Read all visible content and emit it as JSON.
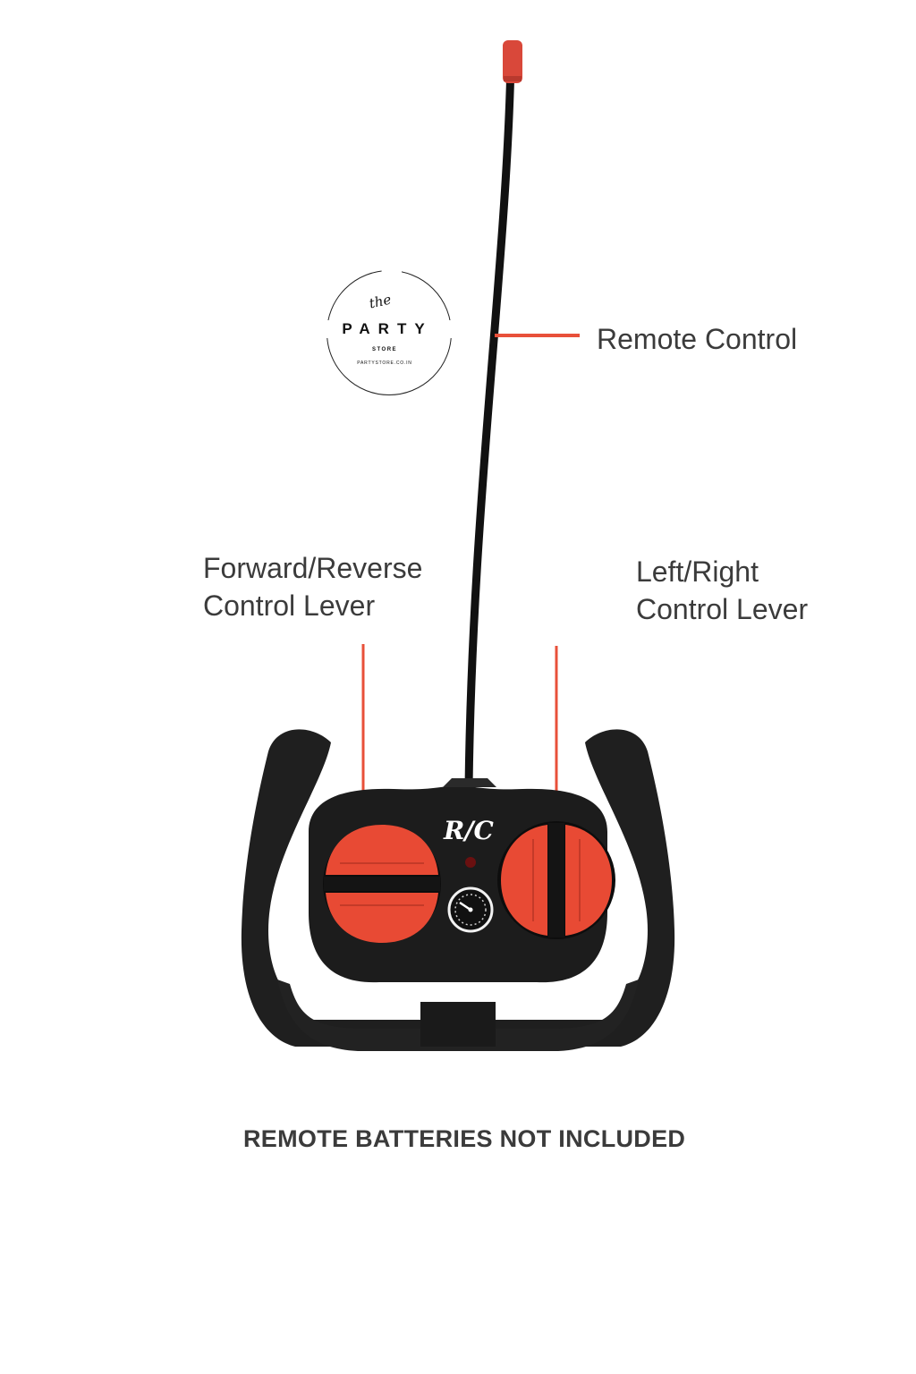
{
  "logo": {
    "the": "the",
    "party": "PARTY",
    "store": "STORE",
    "url": "PARTYSTORE.CO.IN"
  },
  "labels": {
    "remote_control": "Remote Control",
    "forward_reverse": "Forward/Reverse\nControl Lever",
    "left_right": "Left/Right\nControl Lever"
  },
  "device": {
    "badge": "R/C"
  },
  "footer": {
    "notice": "REMOTE BATTERIES NOT INCLUDED"
  },
  "colors": {
    "accent": "#e8503a",
    "body": "#1e1e1e",
    "text": "#3b3b3b"
  }
}
